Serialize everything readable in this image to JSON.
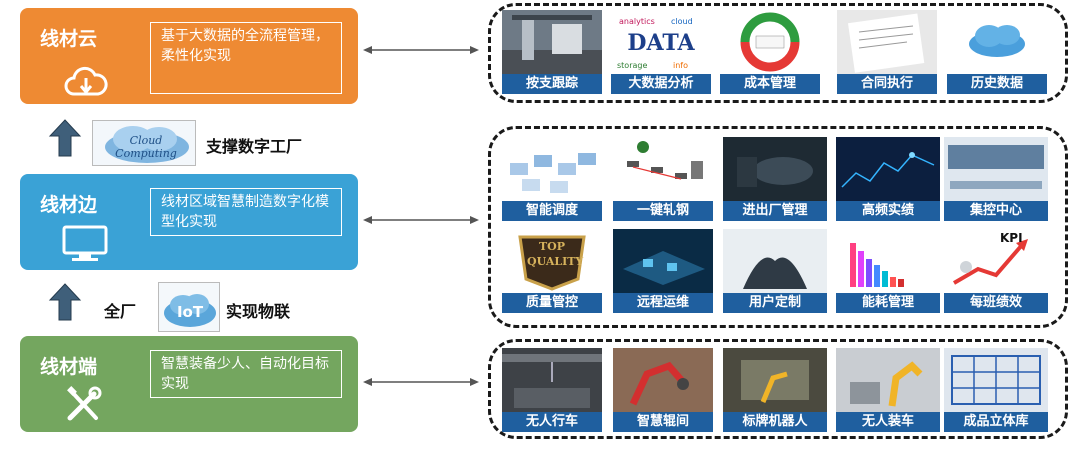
{
  "tiers": [
    {
      "title": "线材云",
      "desc": "基于大数据的全流程管理，柔性化实现",
      "color": "#ee8a33",
      "icon": "cloud-download-icon"
    },
    {
      "title": "线材边",
      "desc": "线材区域智慧制造数字化模型化实现",
      "color": "#3aa2d6",
      "icon": "monitor-icon"
    },
    {
      "title": "线材端",
      "desc": "智慧装备少人、自动化目标实现",
      "color": "#74a65f",
      "icon": "tools-icon"
    }
  ],
  "connectors": {
    "cloud_support": "支撑数字工厂",
    "iot_left": "全厂",
    "iot_right": "实现物联",
    "cloud_logo_text": "Cloud Computing",
    "iot_logo_text": "IoT"
  },
  "cloud_tiles": [
    "按支跟踪",
    "大数据分析",
    "成本管理",
    "合同执行",
    "历史数据"
  ],
  "edge_tiles_row1": [
    "智能调度",
    "一键轧钢",
    "进出厂管理",
    "高频实绩",
    "集控中心"
  ],
  "edge_tiles_row2": [
    "质量管控",
    "远程运维",
    "用户定制",
    "能耗管理",
    "每班绩效"
  ],
  "end_tiles": [
    "无人行车",
    "智慧辊间",
    "标牌机器人",
    "无人装车",
    "成品立体库"
  ],
  "tile_image_text": {
    "data": "DATA",
    "top_quality": "TOP QUALITY",
    "kpi": "KPI"
  }
}
